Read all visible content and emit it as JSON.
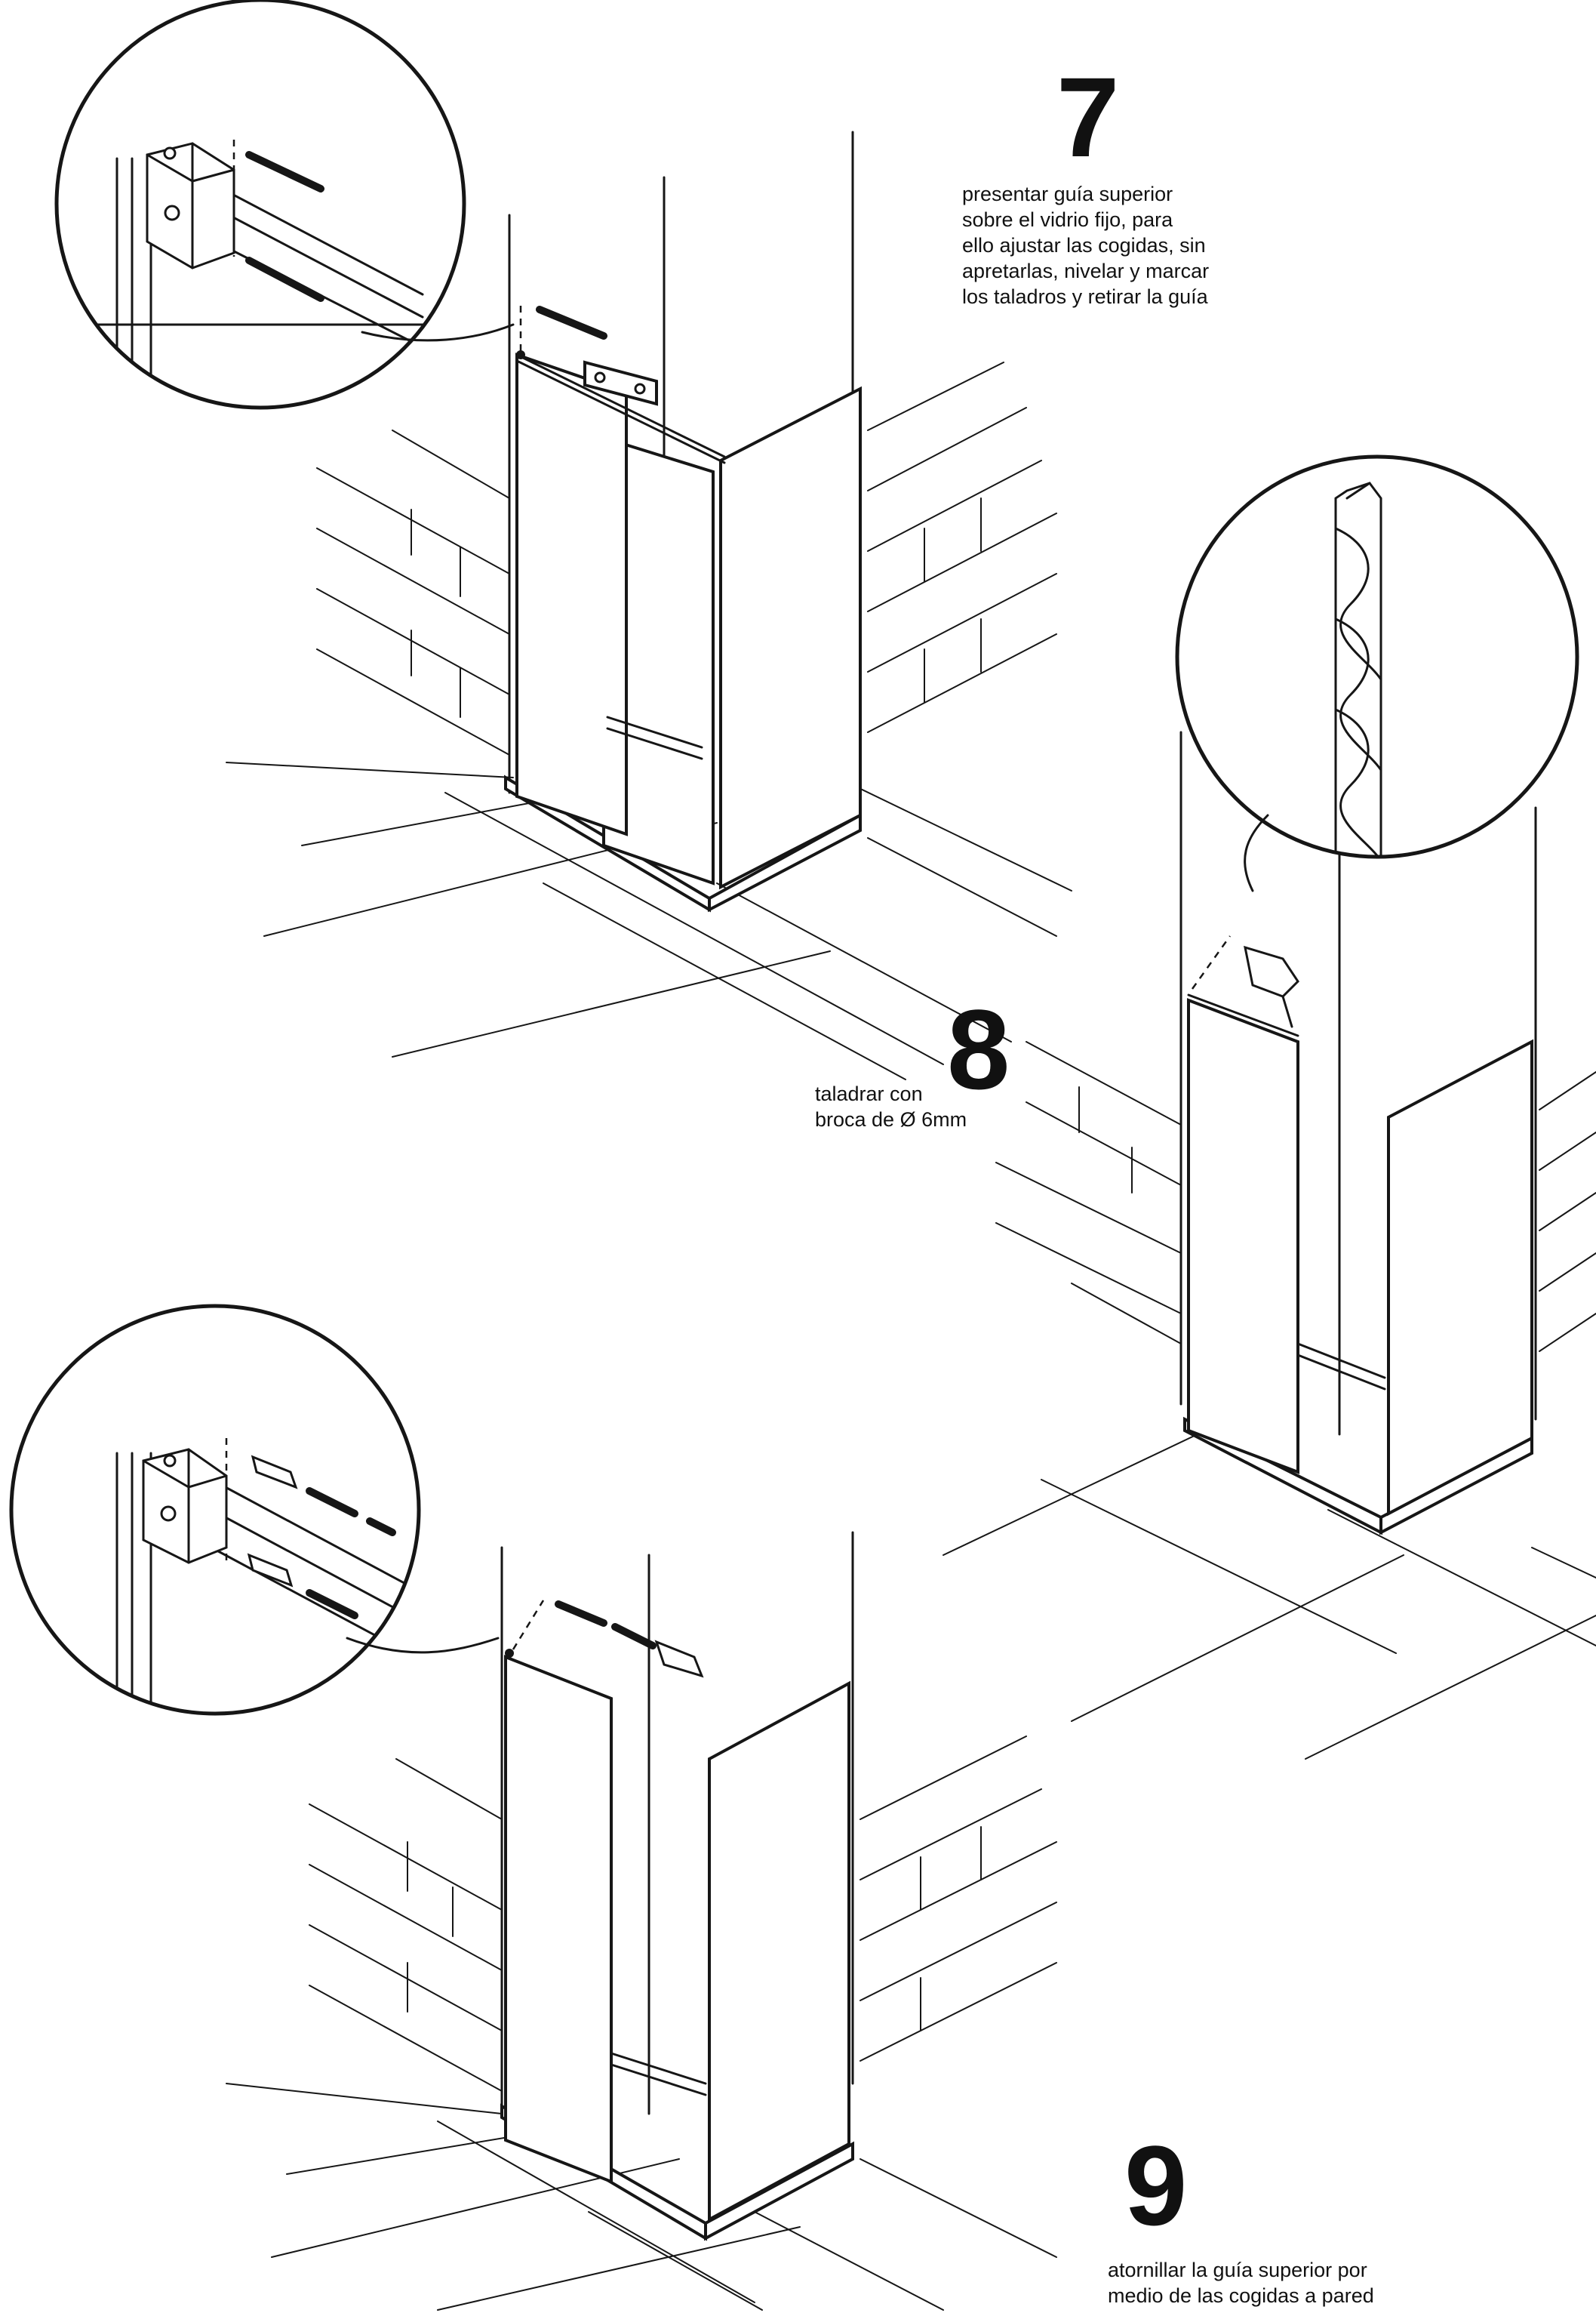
{
  "steps": [
    {
      "number": "7",
      "lines": [
        "presentar guía superior",
        "sobre el vidrio fijo, para",
        "ello ajustar las cogidas, sin",
        "apretarlas, nivelar y marcar",
        "los taladros y retirar la guía"
      ]
    },
    {
      "number": "8",
      "lines": [
        "taladrar con",
        "broca de Ø 6mm"
      ]
    },
    {
      "number": "9",
      "lines": [
        "atornillar la guía superior por",
        "medio de las cogidas a pared"
      ]
    }
  ]
}
